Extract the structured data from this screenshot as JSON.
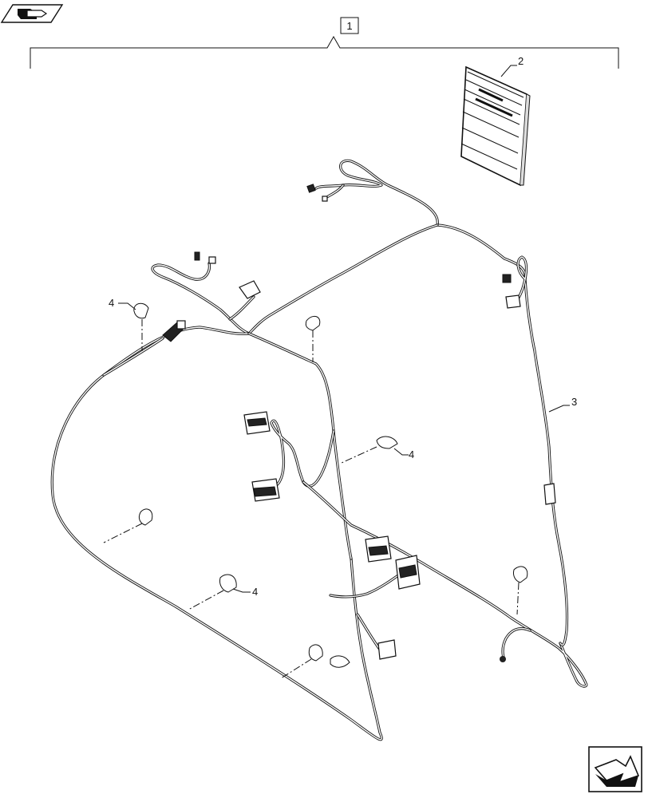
{
  "callouts": {
    "assembly": "1",
    "manual": "2",
    "harness": "3",
    "clip_upper_left": "4",
    "clip_middle": "4",
    "clip_lower": "4"
  },
  "icons": {
    "top_left": "previous-page-icon",
    "bottom_right": "next-page-icon"
  }
}
